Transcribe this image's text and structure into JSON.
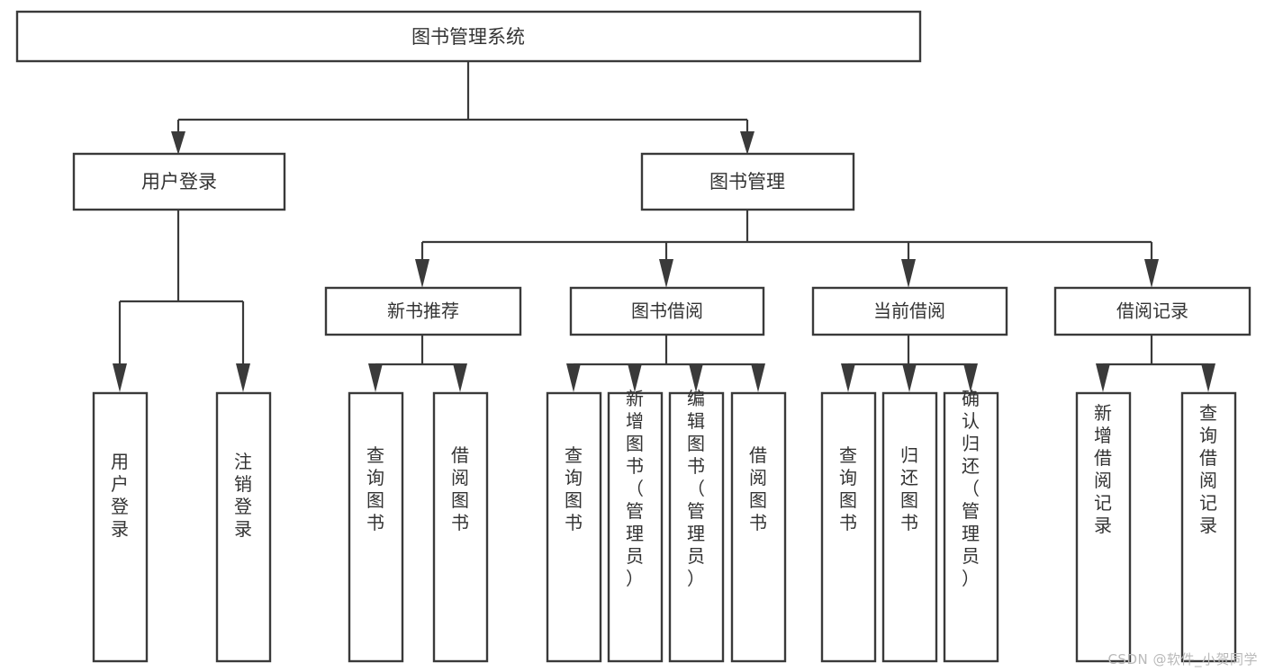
{
  "diagram": {
    "title": "图书管理系统",
    "type": "hierarchy-tree",
    "levels": 4,
    "colors": {
      "box_stroke": "#3a3a3a",
      "box_fill": "#ffffff",
      "text": "#333333",
      "connector": "#3a3a3a",
      "watermark": "#b9b9b9",
      "background": "#ffffff"
    },
    "root": {
      "label": "图书管理系统"
    },
    "level2": [
      {
        "label": "用户登录"
      },
      {
        "label": "图书管理"
      }
    ],
    "level3": [
      {
        "label": "新书推荐"
      },
      {
        "label": "图书借阅"
      },
      {
        "label": "当前借阅"
      },
      {
        "label": "借阅记录"
      }
    ],
    "leaves": {
      "user_login": [
        {
          "label": "用户登录"
        },
        {
          "label": "注销登录"
        }
      ],
      "new_book_recommend": [
        {
          "label": "查询图书"
        },
        {
          "label": "借阅图书"
        }
      ],
      "book_borrow": [
        {
          "label": "查询图书"
        },
        {
          "label": "新增图书（管理员）"
        },
        {
          "label": "编辑图书（管理员）"
        },
        {
          "label": "借阅图书"
        }
      ],
      "current_borrow": [
        {
          "label": "查询图书"
        },
        {
          "label": "归还图书"
        },
        {
          "label": "确认归还（管理员）"
        }
      ],
      "borrow_record": [
        {
          "label": "新增借阅记录"
        },
        {
          "label": "查询借阅记录"
        }
      ]
    }
  },
  "watermark": {
    "text": "CSDN @软件_小贺同学"
  }
}
